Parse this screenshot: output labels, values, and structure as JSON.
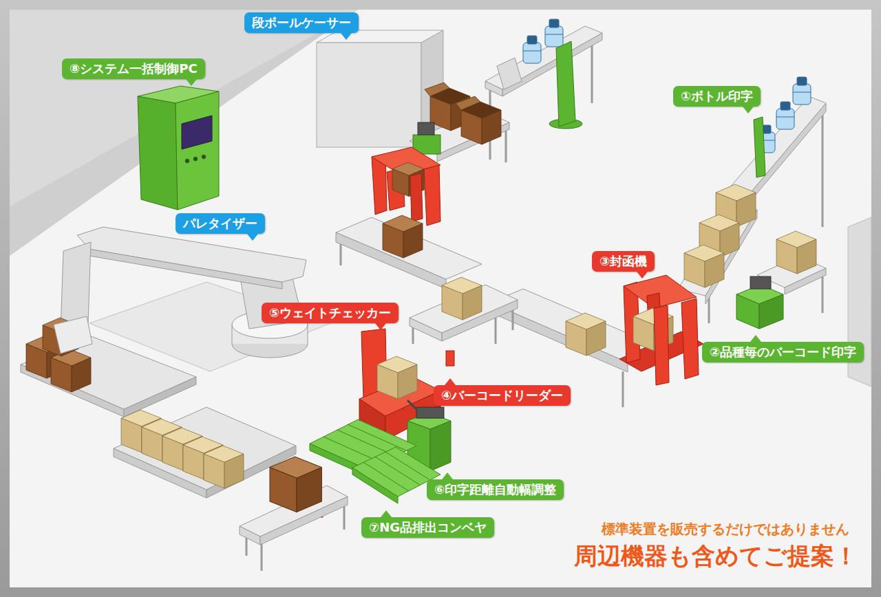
{
  "diagram": {
    "nodes": [
      {
        "text": [
          "段ボールケーサー"
        ]
      },
      {
        "text": [
          "⑧システム一括制御PC"
        ]
      },
      {
        "text": [
          "①ボトル印字"
        ]
      },
      {
        "text": [
          "パレタイザー"
        ]
      },
      {
        "text": [
          "③封函機"
        ]
      },
      {
        "text": [
          "⑤ウェイトチェッカー"
        ]
      },
      {
        "text": [
          "②品種毎のバーコード印字"
        ]
      },
      {
        "text": [
          "④バーコードリーダー"
        ]
      },
      {
        "text": [
          "⑥印字距離自動幅調整"
        ]
      },
      {
        "text": [
          "⑦NG品排出コンベヤ"
        ]
      }
    ],
    "labels": [
      "標準装置を販売するだけではありません",
      "周辺機器も含めてご提案！"
    ]
  }
}
